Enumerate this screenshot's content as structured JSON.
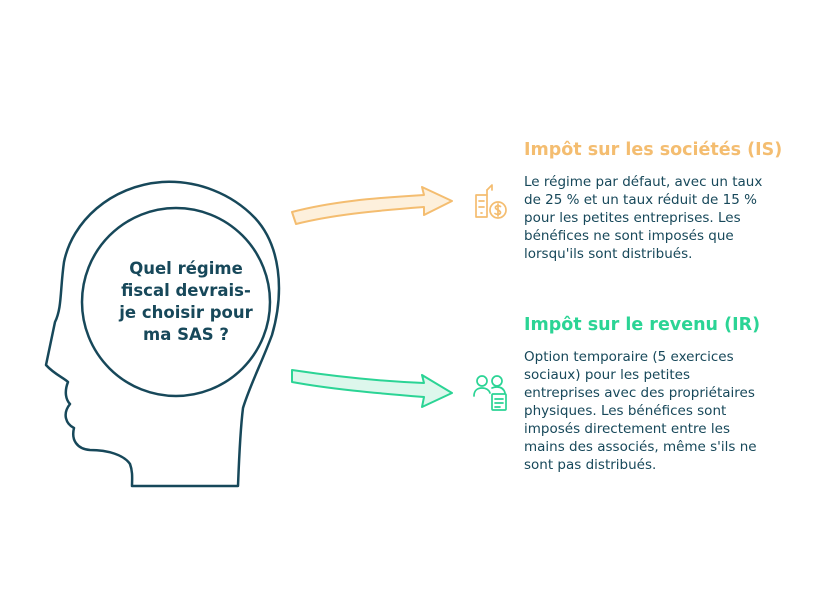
{
  "colors": {
    "head_stroke": "#17485a",
    "is_accent": "#f4bd70",
    "is_fill": "#fdf0dc",
    "ir_accent": "#2bd495",
    "ir_fill": "#ddf7ec",
    "text": "#17485a"
  },
  "question": {
    "lines": [
      "Quel régime",
      "fiscal devrais-",
      "je choisir pour",
      "ma SAS ?"
    ]
  },
  "options": [
    {
      "icon": "company-money-icon",
      "title": "Impôt sur les sociétés (IS)",
      "description_lines": [
        "Le régime par défaut, avec un taux",
        "de 25 % et un taux réduit de 15 %",
        "pour les petites entreprises. Les",
        "bénéfices ne sont imposés que",
        "lorsqu'ils sont distribués."
      ]
    },
    {
      "icon": "partners-document-icon",
      "title": "Impôt sur le revenu (IR)",
      "description_lines": [
        "Option temporaire (5 exercices",
        "sociaux) pour les petites",
        "entreprises avec des propriétaires",
        "physiques. Les bénéfices sont",
        "imposés directement entre les",
        "mains des associés, même s'ils ne",
        "sont pas distribués."
      ]
    }
  ]
}
